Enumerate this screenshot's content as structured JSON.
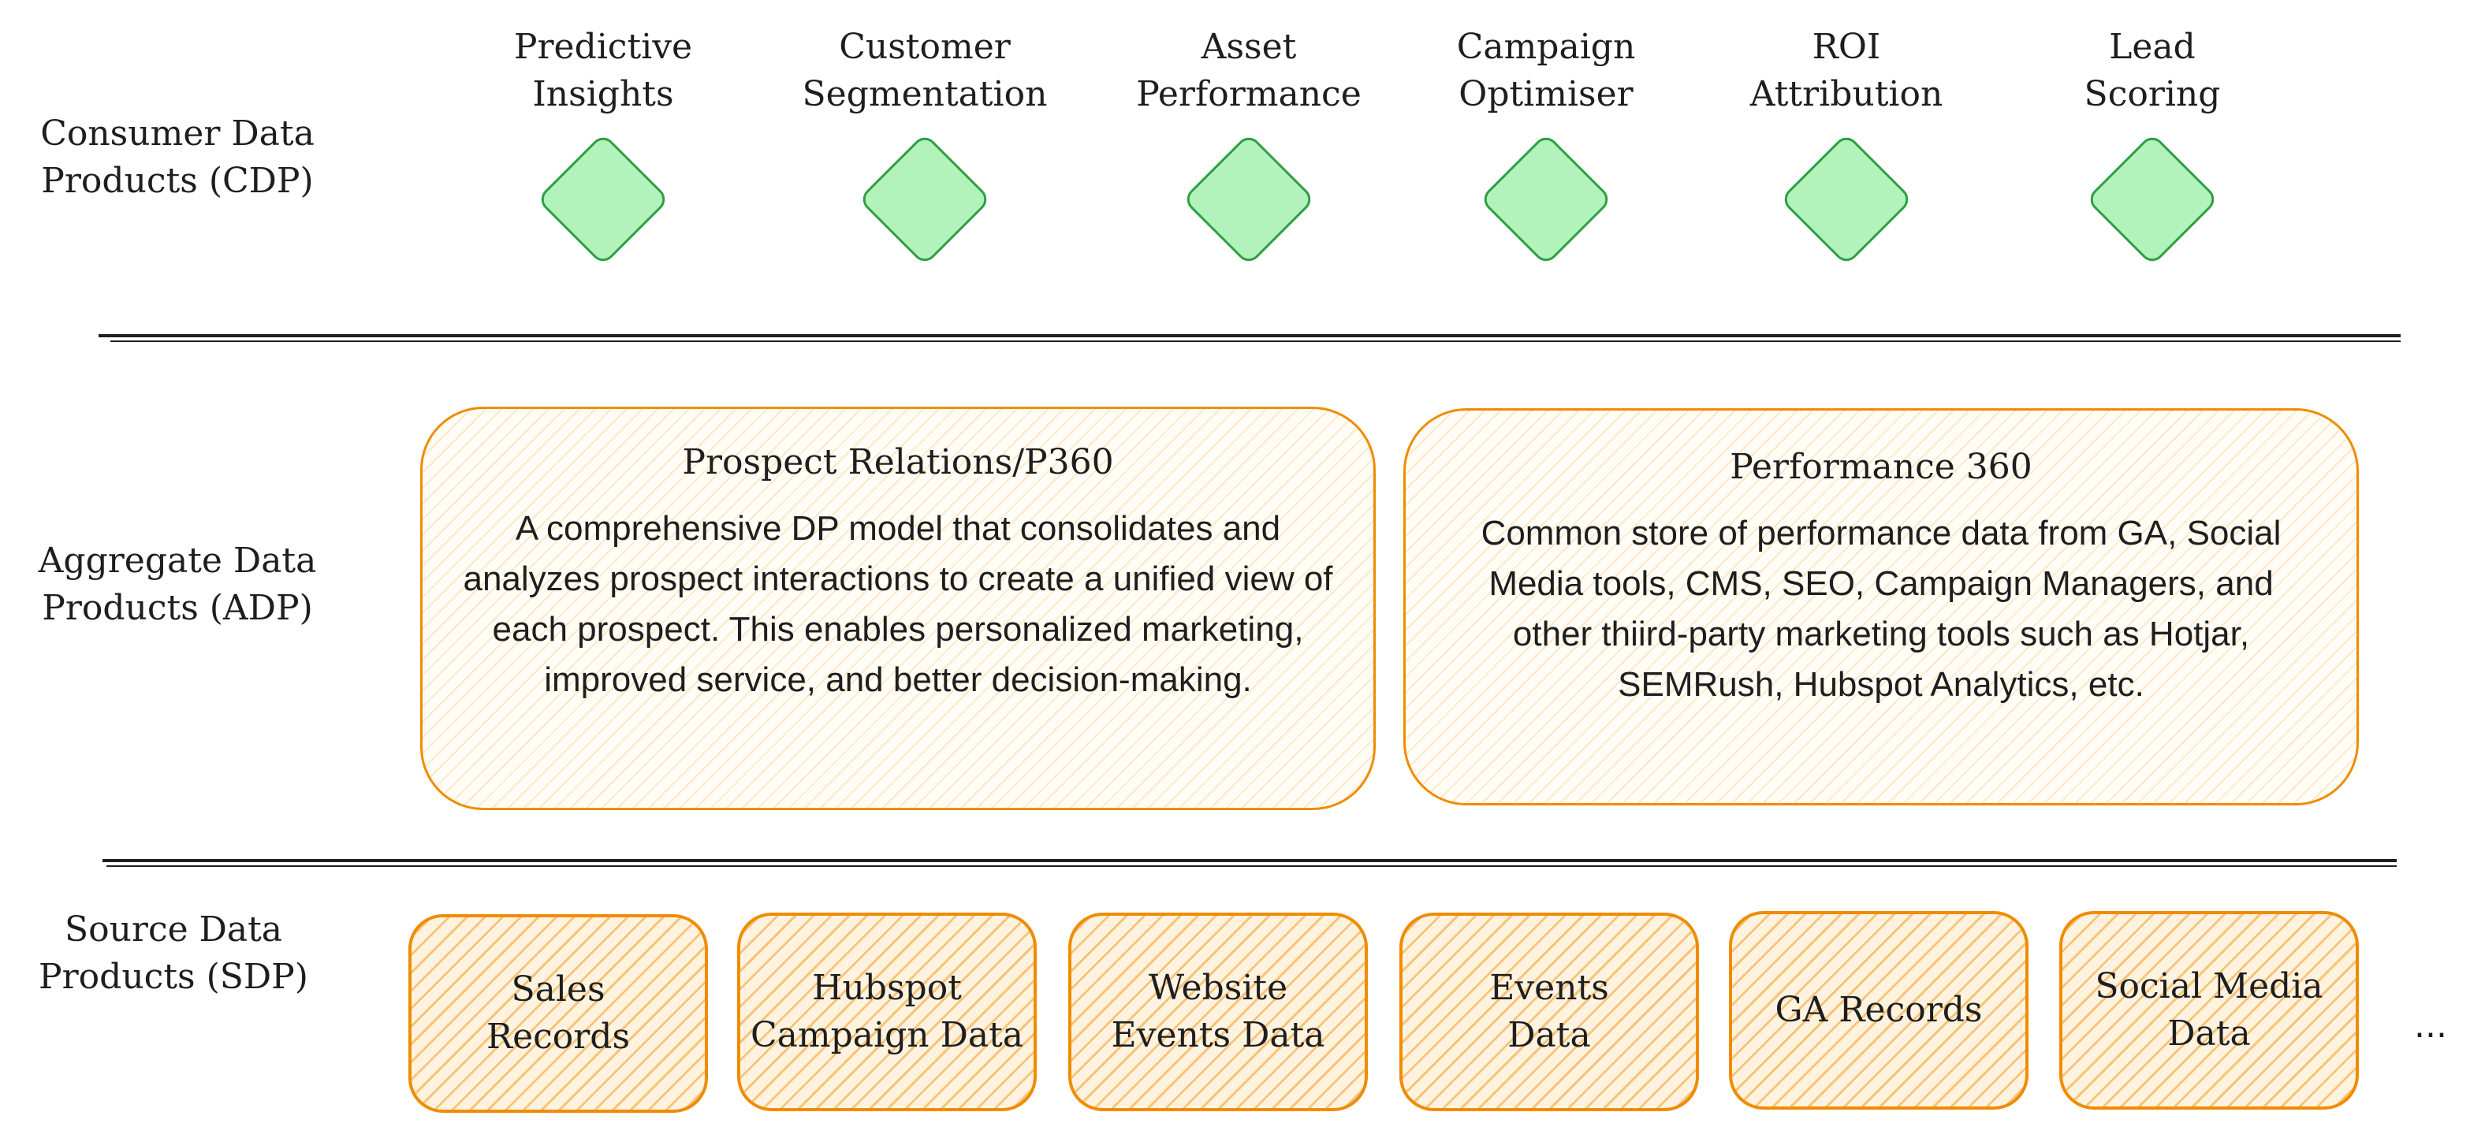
{
  "layers": {
    "cdp_label": "Consumer Data\nProducts (CDP)",
    "adp_label": "Aggregate Data\nProducts (ADP)",
    "sdp_label": "Source Data\nProducts (SDP)"
  },
  "cdp_items": [
    {
      "label": "Predictive\nInsights"
    },
    {
      "label": "Customer\nSegmentation"
    },
    {
      "label": "Asset\nPerformance"
    },
    {
      "label": "Campaign\nOptimiser"
    },
    {
      "label": "ROI\nAttribution"
    },
    {
      "label": "Lead\nScoring"
    }
  ],
  "adp_items": [
    {
      "title": "Prospect Relations/P360",
      "description": "A comprehensive DP model that consolidates and analyzes prospect interactions to create a unified view of each prospect. This enables personalized marketing, improved service, and better decision-making."
    },
    {
      "title": "Performance 360",
      "description": "Common store of performance data from GA, Social Media tools, CMS, SEO, Campaign Managers, and other thiird-party marketing tools such as Hotjar, SEMRush, Hubspot Analytics, etc."
    }
  ],
  "sdp_items": [
    {
      "label": "Sales\nRecords"
    },
    {
      "label": "Hubspot\nCampaign Data"
    },
    {
      "label": "Website\nEvents Data"
    },
    {
      "label": "Events\nData"
    },
    {
      "label": "GA Records"
    },
    {
      "label": "Social Media\nData"
    }
  ],
  "sdp_more": "...",
  "colors": {
    "diamond_fill": "#b2f2bb",
    "diamond_stroke": "#2f9e44",
    "box_stroke": "#f08c00",
    "text": "#1e1e1e"
  }
}
